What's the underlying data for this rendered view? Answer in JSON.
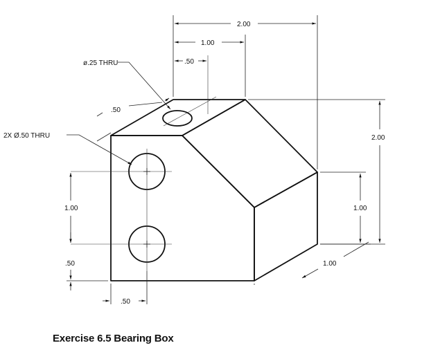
{
  "caption": "Exercise 6.5 Bearing Box",
  "dimensions": {
    "overall_width": "2.00",
    "top_width": "1.00",
    "hole_offset_x": ".50",
    "small_hole_note": "ø.25 THRU",
    "depth_offset": ".50",
    "big_holes_note": "2X Ø.50 THRU",
    "overall_height": "2.00",
    "hole_spacing": "1.00",
    "bottom_hole_height": ".50",
    "right_face_height": "1.00",
    "depth": "1.00",
    "bottom_offset": ".50"
  }
}
